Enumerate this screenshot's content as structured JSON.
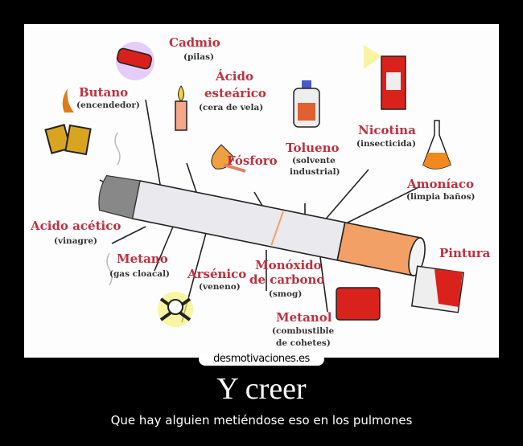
{
  "poster": {
    "watermark": "desmotivaciones.es",
    "title": "Y creer",
    "subtitle": "Que hay alguien metiéndose eso en los pulmones"
  },
  "diagram": {
    "components": [
      {
        "name": "Cadmio",
        "note": "(pilas)",
        "icon": "battery-icon"
      },
      {
        "name": "Butano",
        "note": "(encendedor)",
        "icon": "lighter-icon"
      },
      {
        "name1": "Ácido",
        "name2": "esteárico",
        "note": "(cera de vela)",
        "icon": "candle-icon"
      },
      {
        "name": "Tolueno",
        "note1": "(solvente",
        "note2": "industrial)",
        "icon": "solvent-bottle-icon"
      },
      {
        "name": "Nicotina",
        "note": "(insecticida)",
        "icon": "spray-can-icon"
      },
      {
        "name": "Fósforo",
        "icon": "match-icon"
      },
      {
        "name": "Amoníaco",
        "note": "(limpia baños)",
        "icon": "flask-icon"
      },
      {
        "name": "Acido acético",
        "note": "(vinagre)"
      },
      {
        "name": "Metano",
        "note": "(gas cloacal)"
      },
      {
        "name": "Arsénico",
        "note": "(veneno)",
        "icon": "skull-crossbones-icon"
      },
      {
        "name1": "Monóxido",
        "name2": "de carbono",
        "note": "(smog)"
      },
      {
        "name": "Pintura",
        "icon": "paint-can-icon"
      },
      {
        "name": "Metanol",
        "note1": "(combustible",
        "note2": "de cohetes)",
        "icon": "fuel-can-icon"
      }
    ],
    "colors": {
      "label": "#c0303e",
      "filter": "#f2a066",
      "paper": "#e9e9ee"
    }
  }
}
